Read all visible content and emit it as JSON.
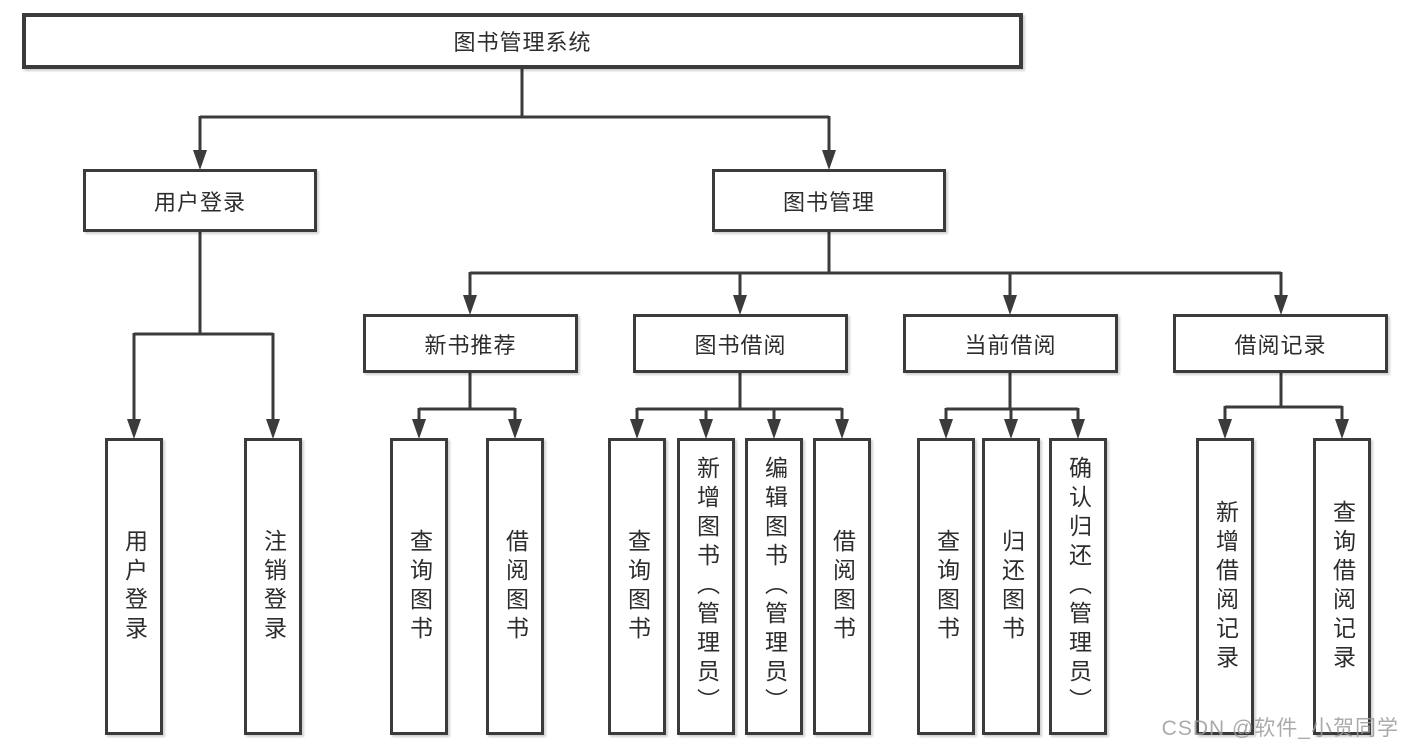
{
  "tree": {
    "label": "图书管理系统",
    "children": [
      {
        "label": "用户登录",
        "children": [
          {
            "label": "用户登录"
          },
          {
            "label": "注销登录"
          }
        ]
      },
      {
        "label": "图书管理",
        "children": [
          {
            "label": "新书推荐",
            "children": [
              {
                "label": "查询图书"
              },
              {
                "label": "借阅图书"
              }
            ]
          },
          {
            "label": "图书借阅",
            "children": [
              {
                "label": "查询图书"
              },
              {
                "label": "新增图书（管理员）"
              },
              {
                "label": "编辑图书（管理员）"
              },
              {
                "label": "借阅图书"
              }
            ]
          },
          {
            "label": "当前借阅",
            "children": [
              {
                "label": "查询图书"
              },
              {
                "label": "归还图书"
              },
              {
                "label": "确认归还（管理员）"
              }
            ]
          },
          {
            "label": "借阅记录",
            "children": [
              {
                "label": "新增借阅记录"
              },
              {
                "label": "查询借阅记录"
              }
            ]
          }
        ]
      }
    ]
  },
  "watermark": "CSDN @软件_小贺同学",
  "colors": {
    "line": "#3b3b3b",
    "text": "#2d2d2d",
    "box_background": "#ffffff",
    "watermark": "#9c9c9c"
  }
}
